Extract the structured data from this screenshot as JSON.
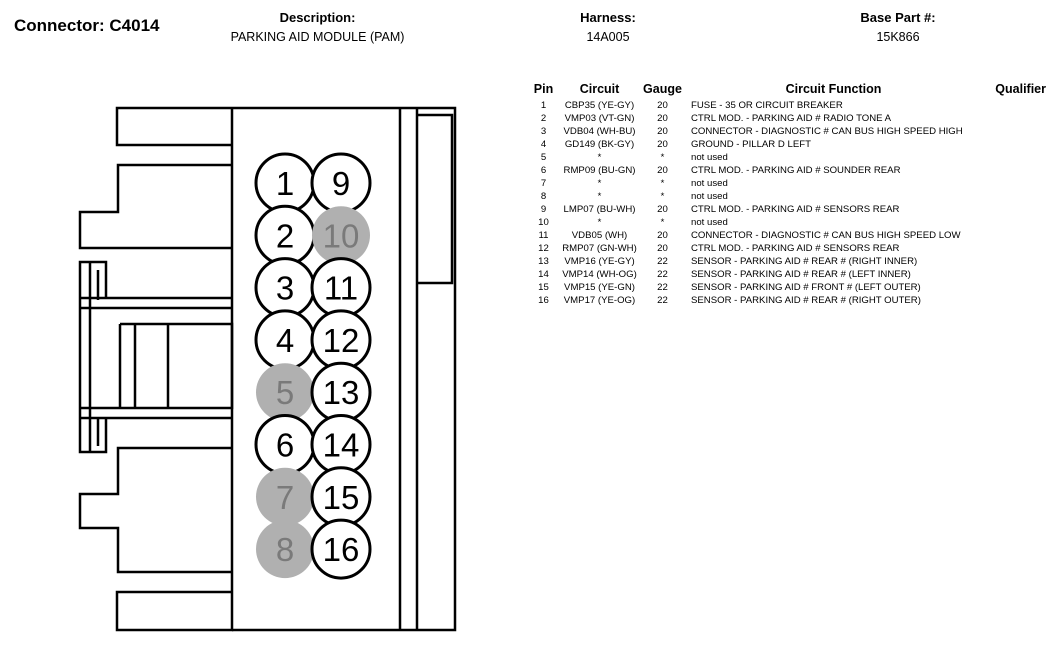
{
  "connector": {
    "label": "Connector: C4014"
  },
  "header": {
    "description_label": "Description:",
    "description": "PARKING AID MODULE (PAM)",
    "harness_label": "Harness:",
    "harness": "14A005",
    "base_part_label": "Base Part #:",
    "base_part": "15K866"
  },
  "table": {
    "columns": [
      "Pin",
      "Circuit",
      "Gauge",
      "Circuit Function",
      "Qualifier"
    ],
    "rows": [
      {
        "pin": "1",
        "circuit": "CBP35 (YE-GY)",
        "gauge": "20",
        "function": "FUSE - 35 OR CIRCUIT BREAKER",
        "qualifier": ""
      },
      {
        "pin": "2",
        "circuit": "VMP03 (VT-GN)",
        "gauge": "20",
        "function": "CTRL MOD. - PARKING AID # RADIO TONE A",
        "qualifier": ""
      },
      {
        "pin": "3",
        "circuit": "VDB04 (WH-BU)",
        "gauge": "20",
        "function": "CONNECTOR - DIAGNOSTIC # CAN BUS HIGH SPEED HIGH",
        "qualifier": ""
      },
      {
        "pin": "4",
        "circuit": "GD149 (BK-GY)",
        "gauge": "20",
        "function": "GROUND - PILLAR D LEFT",
        "qualifier": ""
      },
      {
        "pin": "5",
        "circuit": "*",
        "gauge": "*",
        "function": "not used",
        "qualifier": ""
      },
      {
        "pin": "6",
        "circuit": "RMP09 (BU-GN)",
        "gauge": "20",
        "function": "CTRL MOD. - PARKING AID # SOUNDER REAR",
        "qualifier": ""
      },
      {
        "pin": "7",
        "circuit": "*",
        "gauge": "*",
        "function": "not used",
        "qualifier": ""
      },
      {
        "pin": "8",
        "circuit": "*",
        "gauge": "*",
        "function": "not used",
        "qualifier": ""
      },
      {
        "pin": "9",
        "circuit": "LMP07 (BU-WH)",
        "gauge": "20",
        "function": "CTRL MOD. - PARKING AID # SENSORS REAR",
        "qualifier": ""
      },
      {
        "pin": "10",
        "circuit": "*",
        "gauge": "*",
        "function": "not used",
        "qualifier": ""
      },
      {
        "pin": "11",
        "circuit": "VDB05 (WH)",
        "gauge": "20",
        "function": "CONNECTOR - DIAGNOSTIC # CAN BUS HIGH SPEED LOW",
        "qualifier": ""
      },
      {
        "pin": "12",
        "circuit": "RMP07 (GN-WH)",
        "gauge": "20",
        "function": "CTRL MOD. - PARKING AID # SENSORS REAR",
        "qualifier": ""
      },
      {
        "pin": "13",
        "circuit": "VMP16 (YE-GY)",
        "gauge": "22",
        "function": "SENSOR - PARKING AID # REAR # (RIGHT INNER)",
        "qualifier": ""
      },
      {
        "pin": "14",
        "circuit": "VMP14 (WH-OG)",
        "gauge": "22",
        "function": "SENSOR - PARKING AID # REAR # (LEFT INNER)",
        "qualifier": ""
      },
      {
        "pin": "15",
        "circuit": "VMP15 (YE-GN)",
        "gauge": "22",
        "function": "SENSOR - PARKING AID # FRONT # (LEFT OUTER)",
        "qualifier": ""
      },
      {
        "pin": "16",
        "circuit": "VMP17 (YE-OG)",
        "gauge": "22",
        "function": "SENSOR - PARKING AID # REAR # (RIGHT OUTER)",
        "qualifier": ""
      }
    ]
  },
  "diagram": {
    "pins": [
      {
        "label": "1",
        "col": 0,
        "row": 0,
        "used": true
      },
      {
        "label": "2",
        "col": 0,
        "row": 1,
        "used": true
      },
      {
        "label": "3",
        "col": 0,
        "row": 2,
        "used": true
      },
      {
        "label": "4",
        "col": 0,
        "row": 3,
        "used": true
      },
      {
        "label": "5",
        "col": 0,
        "row": 4,
        "used": false
      },
      {
        "label": "6",
        "col": 0,
        "row": 5,
        "used": true
      },
      {
        "label": "7",
        "col": 0,
        "row": 6,
        "used": false
      },
      {
        "label": "8",
        "col": 0,
        "row": 7,
        "used": false
      },
      {
        "label": "9",
        "col": 1,
        "row": 0,
        "used": true
      },
      {
        "label": "10",
        "col": 1,
        "row": 1,
        "used": false
      },
      {
        "label": "11",
        "col": 1,
        "row": 2,
        "used": true
      },
      {
        "label": "12",
        "col": 1,
        "row": 3,
        "used": true
      },
      {
        "label": "13",
        "col": 1,
        "row": 4,
        "used": true
      },
      {
        "label": "14",
        "col": 1,
        "row": 5,
        "used": true
      },
      {
        "label": "15",
        "col": 1,
        "row": 6,
        "used": true
      },
      {
        "label": "16",
        "col": 1,
        "row": 7,
        "used": true
      }
    ],
    "colors": {
      "used_fill": "#ffffff",
      "unused_fill": "#b0b0b0",
      "unused_text": "#7a7a7a",
      "stroke": "#000000"
    }
  }
}
